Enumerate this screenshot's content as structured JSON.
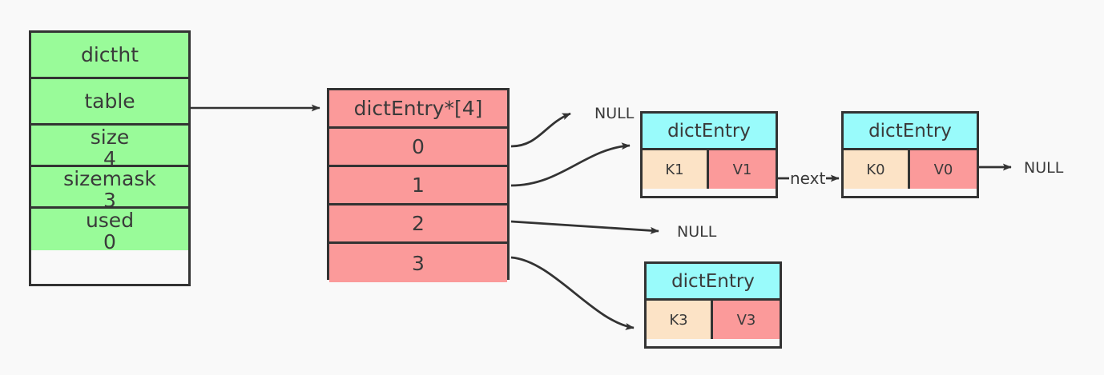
{
  "diagram": {
    "title": "dictht hash table structure",
    "background_color": "#f9f9f9",
    "stroke_color": "#333333",
    "colors": {
      "struct_fill": "#99fb99",
      "array_fill": "#fb9a9a",
      "entry_header_fill": "#99fbfb",
      "key_fill": "#fce3c6",
      "value_fill": "#fb9a9a"
    }
  },
  "dictht": {
    "title": "dictht",
    "fields": [
      {
        "name": "table",
        "value": ""
      },
      {
        "name": "size",
        "value": "4"
      },
      {
        "name": "sizemask",
        "value": "3"
      },
      {
        "name": "used",
        "value": "0"
      }
    ]
  },
  "table_array": {
    "header": "dictEntry*[4]",
    "slots": [
      {
        "index": "0"
      },
      {
        "index": "1"
      },
      {
        "index": "2"
      },
      {
        "index": "3"
      }
    ]
  },
  "entries": [
    {
      "header": "dictEntry",
      "key": "K1",
      "value": "V1"
    },
    {
      "header": "dictEntry",
      "key": "K0",
      "value": "V0"
    },
    {
      "header": "dictEntry",
      "key": "K3",
      "value": "V3"
    }
  ],
  "labels": {
    "null_slot0": "NULL",
    "null_slot2": "NULL",
    "null_tail": "NULL",
    "next": "next"
  }
}
